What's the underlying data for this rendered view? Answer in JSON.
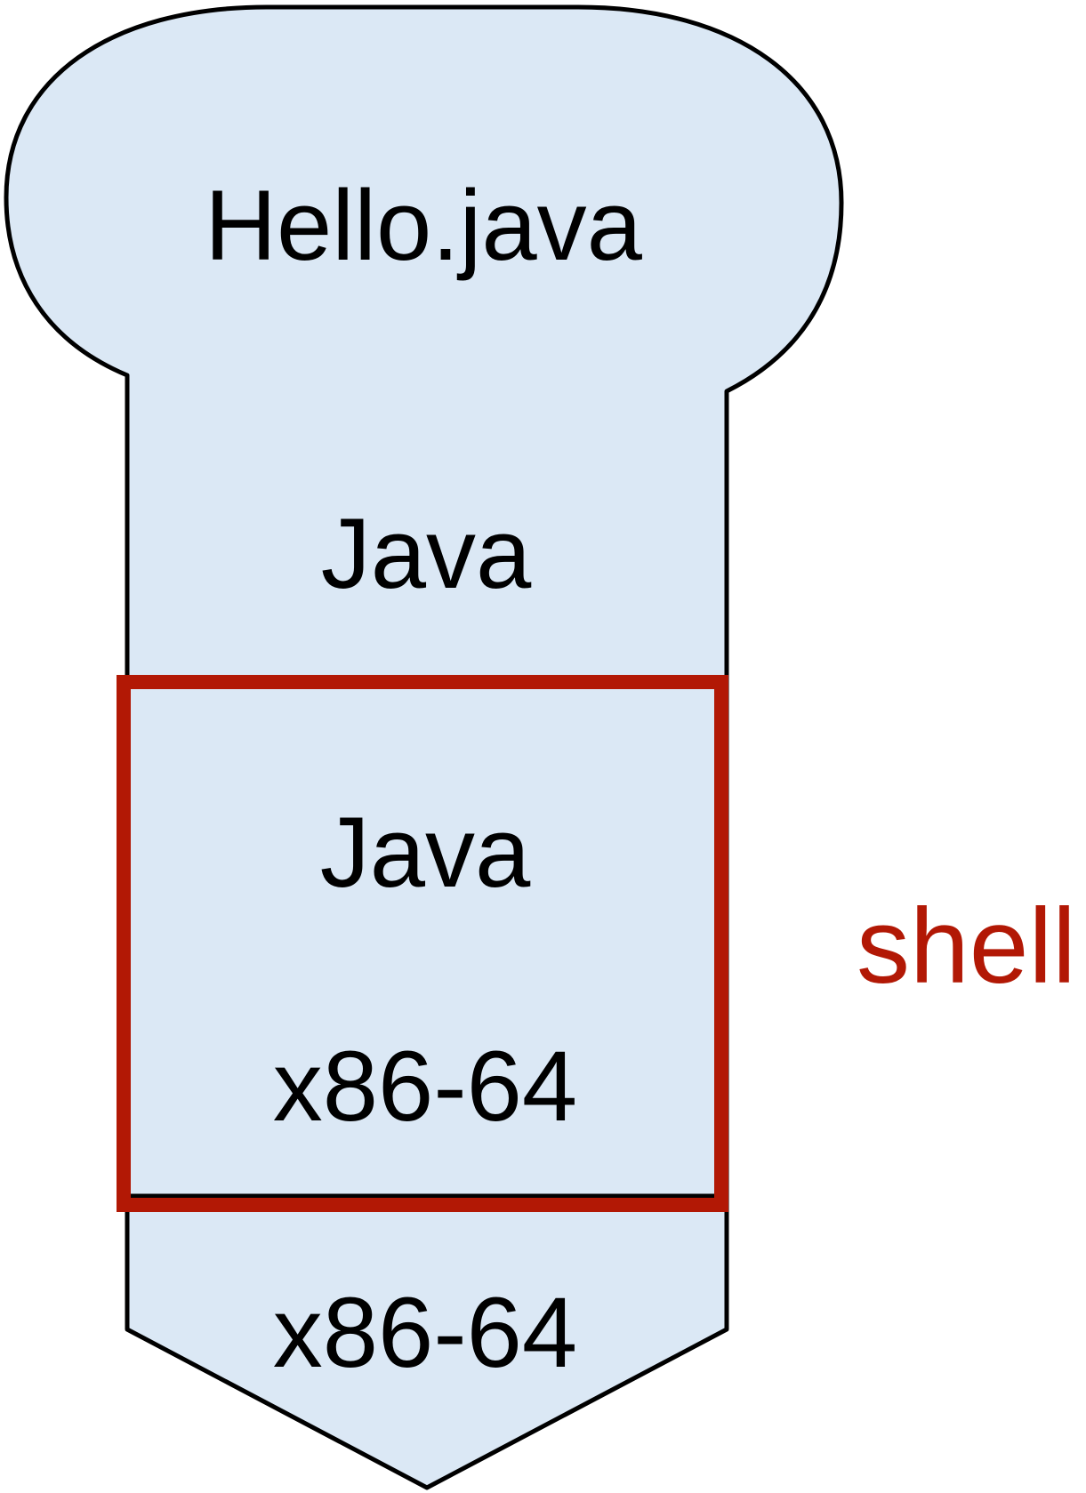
{
  "diagram": {
    "title_bubble": {
      "label": "Hello.java"
    },
    "column": {
      "top_section": {
        "label": "Java"
      },
      "highlighted_box": {
        "language_label": "Java",
        "machine_label": "x86-64"
      },
      "bottom_section": {
        "label": "x86-64"
      }
    },
    "annotation": {
      "label": "shell"
    },
    "colors": {
      "shape_fill": "#dbe8f5",
      "outline": "#000000",
      "highlight_red": "#b21805"
    }
  }
}
